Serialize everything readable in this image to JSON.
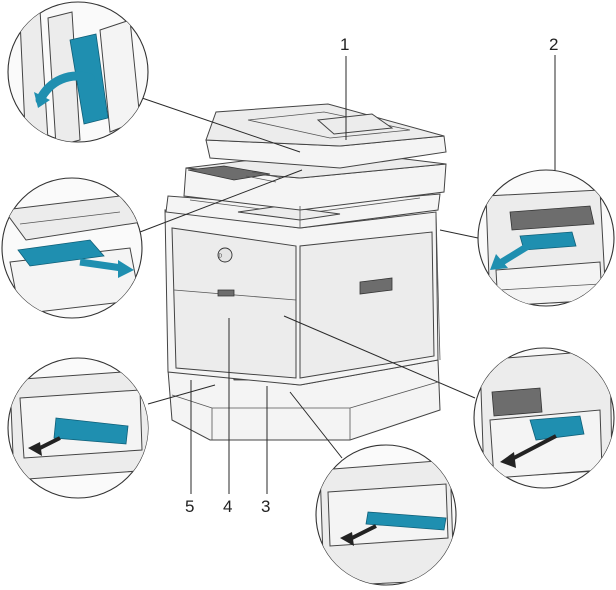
{
  "callouts": {
    "c1": "1",
    "c2": "2",
    "c3": "3",
    "c4": "4",
    "c5": "5"
  },
  "colors": {
    "jammed_paper": "#1f8fb0",
    "arrow": "#222222"
  },
  "brand_badge_icon": "dell-logo-icon"
}
